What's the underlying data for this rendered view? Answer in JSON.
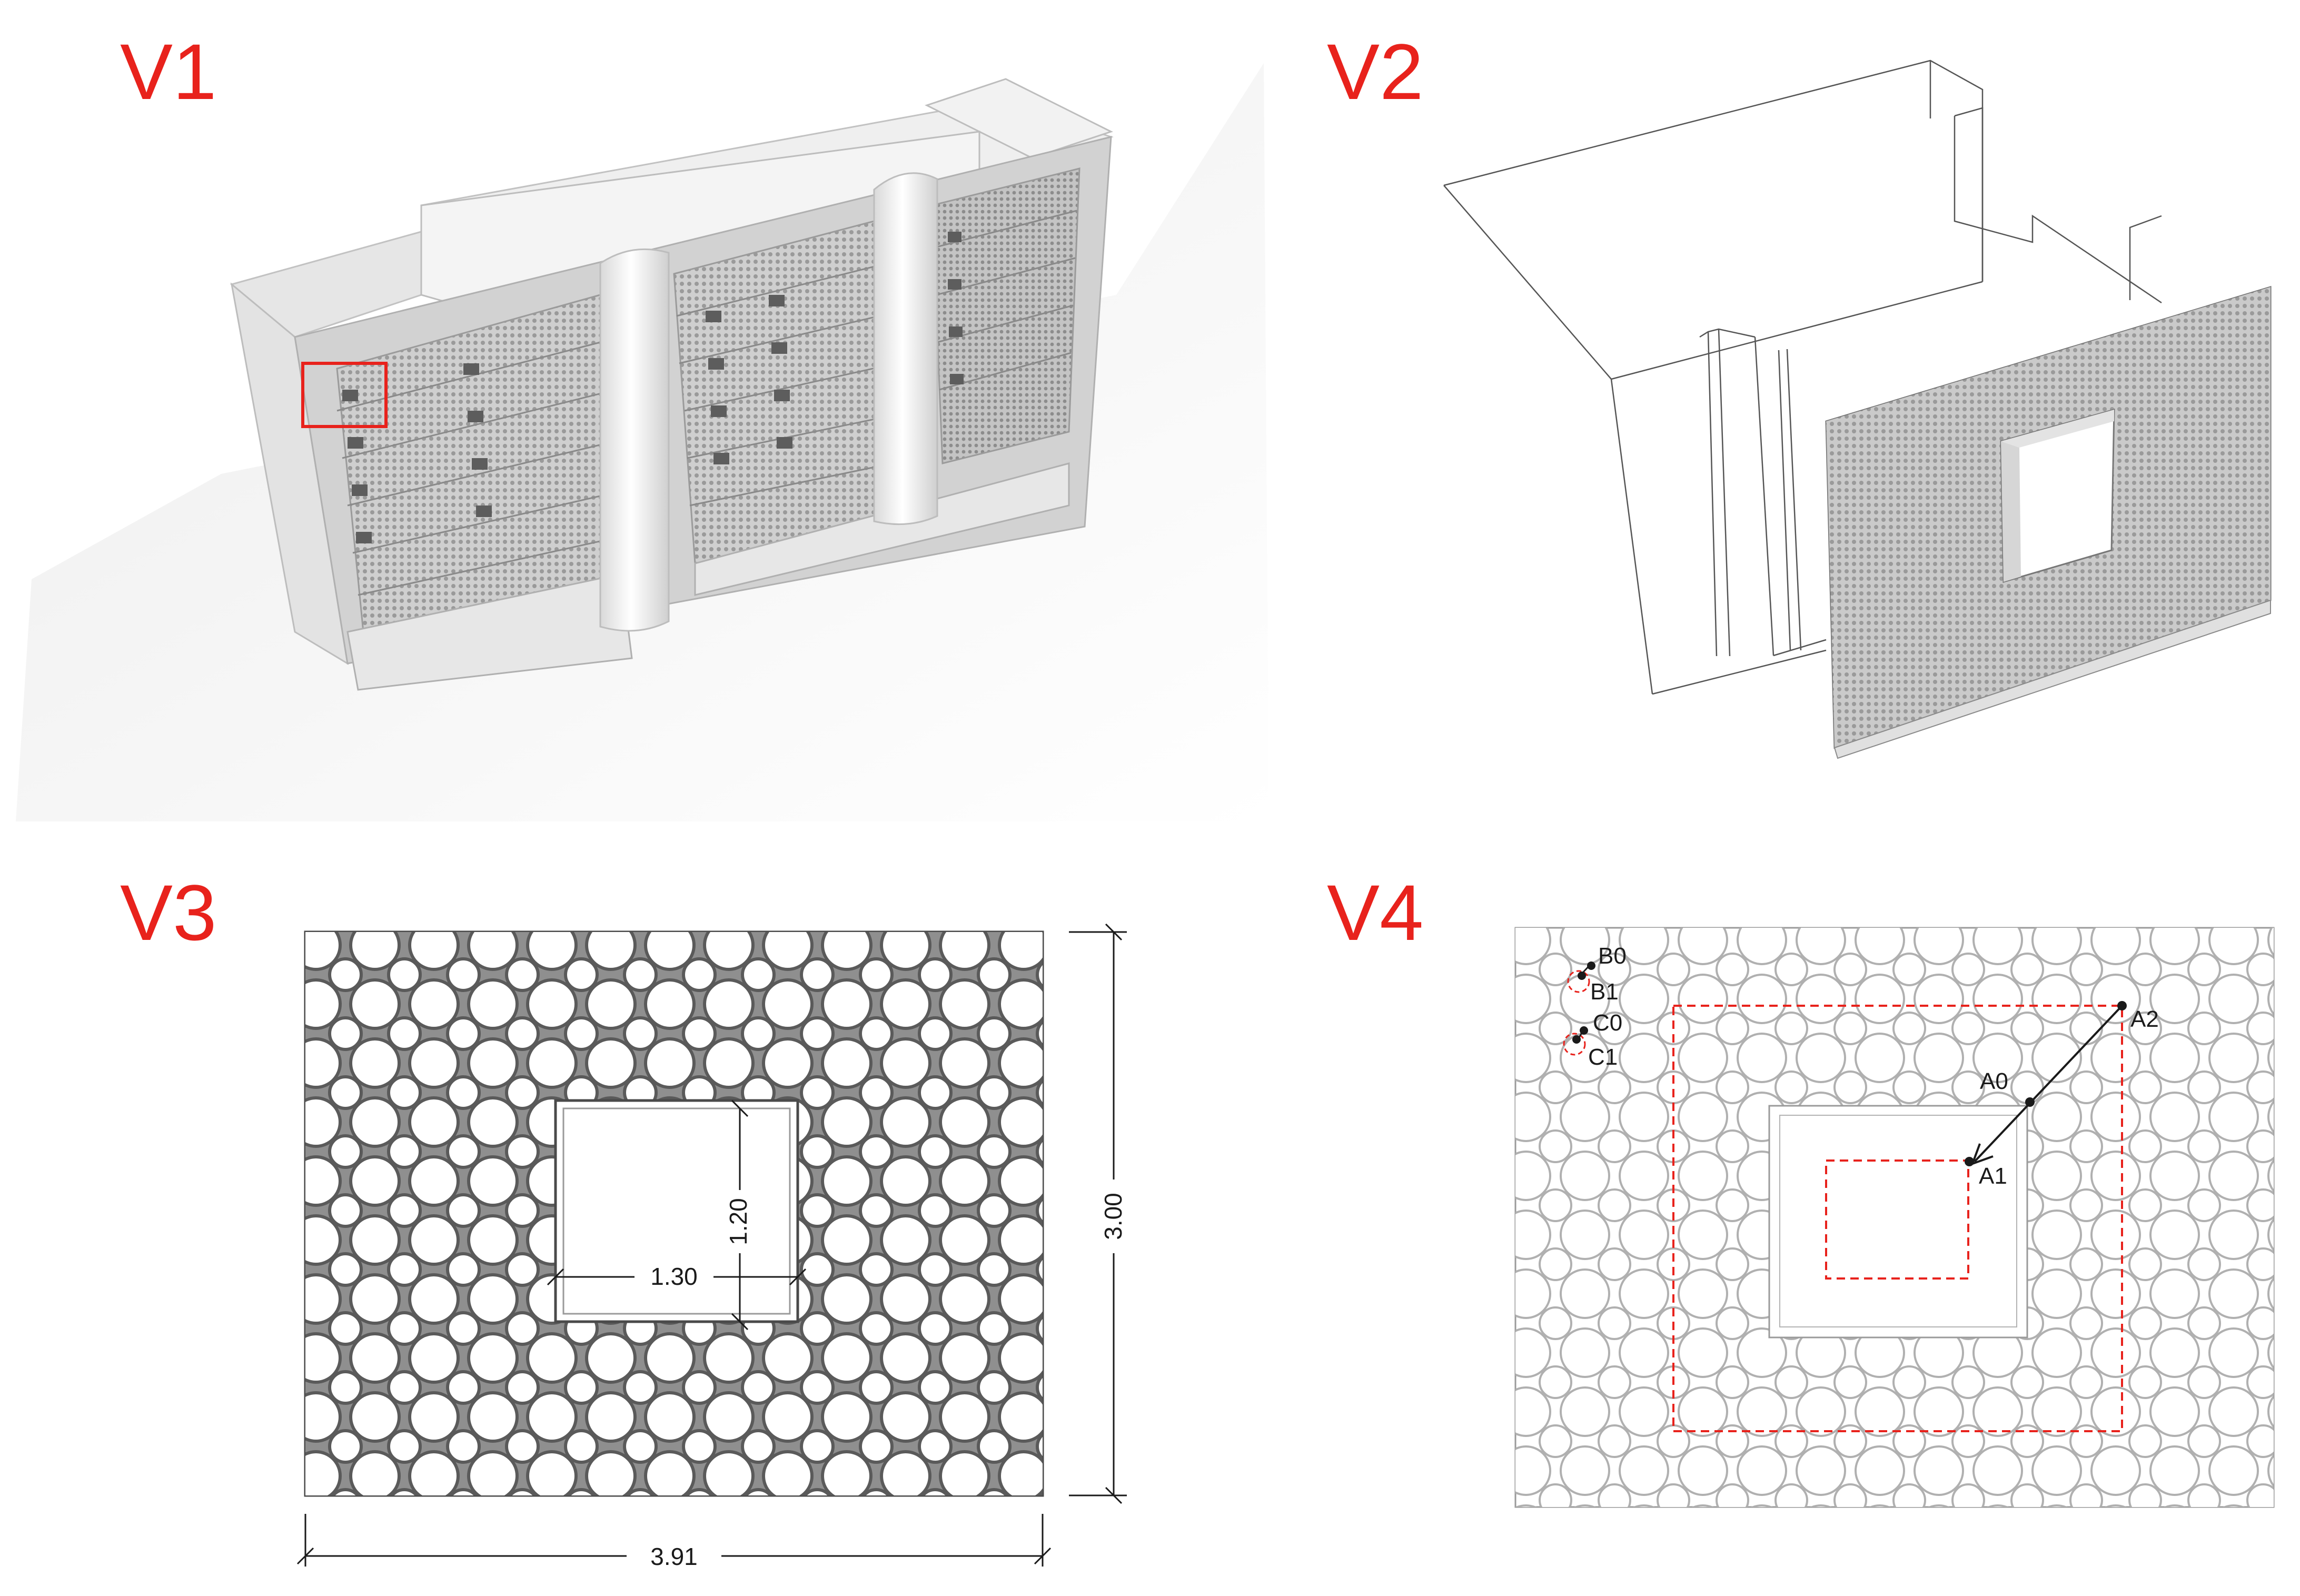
{
  "panels": {
    "v1": {
      "label": "V1"
    },
    "v2": {
      "label": "V2"
    },
    "v3": {
      "label": "V3",
      "dims": {
        "opening_width": "1.30",
        "opening_height": "1.20",
        "panel_height": "3.00",
        "panel_width": "3.91"
      }
    },
    "v4": {
      "label": "V4",
      "points": {
        "a0": "A0",
        "a1": "A1",
        "a2": "A2",
        "b0": "B0",
        "b1": "B1",
        "c0": "C0",
        "c1": "C1"
      }
    }
  },
  "colors": {
    "label_red": "#e8221c",
    "highlight_red": "#e8221c",
    "line_dark": "#1a1a1a",
    "pattern_fill": "#8f8f8f",
    "pattern_light": "#a8a8a8"
  }
}
